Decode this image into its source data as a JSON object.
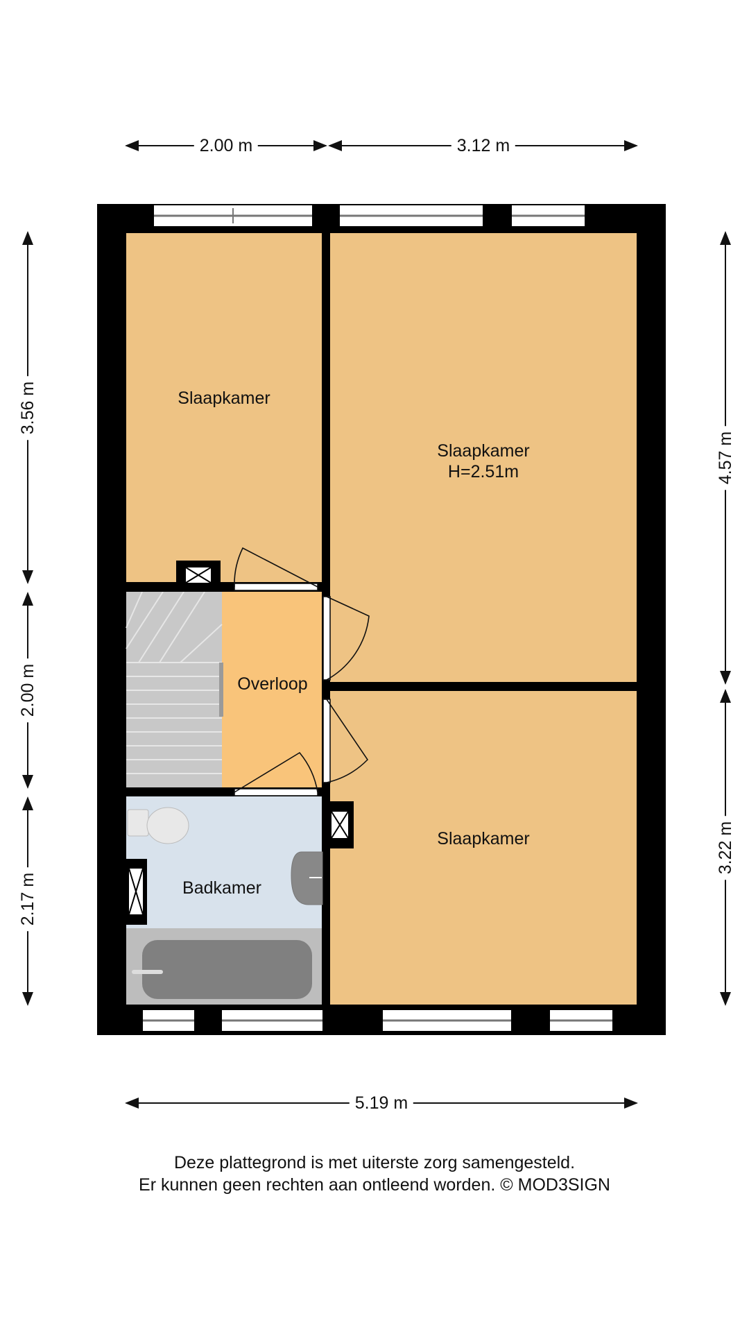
{
  "dimensions": {
    "top_left": "2.00 m",
    "top_right": "3.12 m",
    "left_upper": "3.56 m",
    "left_middle": "2.00 m",
    "left_lower": "2.17 m",
    "right_upper": "4.57 m",
    "right_lower": "3.22 m",
    "bottom": "5.19 m"
  },
  "rooms": {
    "slaapkamer_top_left": "Slaapkamer",
    "slaapkamer_top_right": "Slaapkamer",
    "slaapkamer_top_right_height": "H=2.51m",
    "slaapkamer_bottom_right": "Slaapkamer",
    "overloop": "Overloop",
    "badkamer": "Badkamer"
  },
  "colors": {
    "bedroom": "#EEC384",
    "landing": "#F9C47A",
    "bathroom": "#D8E2EC",
    "stairs": "#BDBDBD",
    "wall": "#000000"
  },
  "disclaimer": {
    "line1": "Deze plattegrond is met uiterste zorg samengesteld.",
    "line2": "Er kunnen geen rechten aan ontleend worden. © MOD3SIGN"
  }
}
